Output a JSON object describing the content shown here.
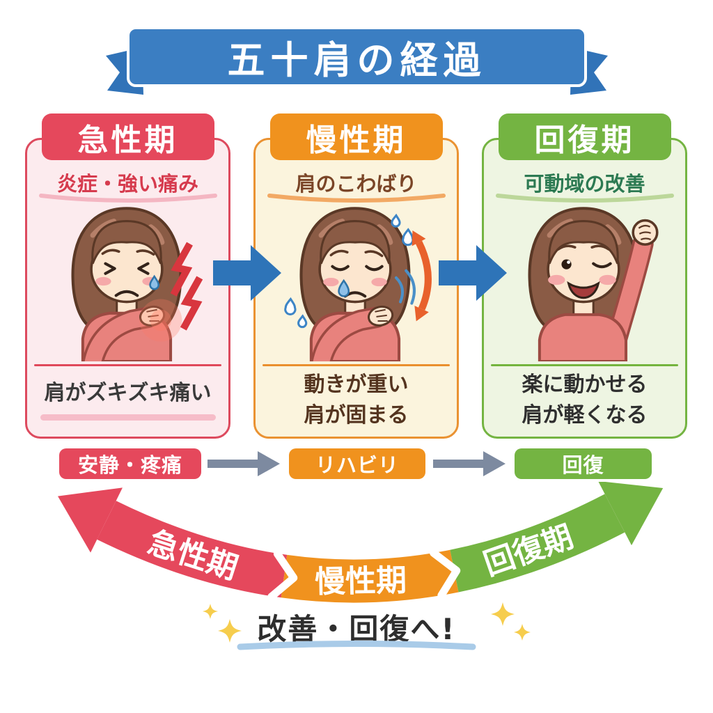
{
  "title": "五十肩の経過",
  "phases": [
    {
      "name": "急性期",
      "subtitle": "炎症・強い痛み",
      "caption1": "肩がズキズキ痛い",
      "caption2": ""
    },
    {
      "name": "慢性期",
      "subtitle": "肩のこわばり",
      "caption1": "動きが重い",
      "caption2": "肩が固まる"
    },
    {
      "name": "回復期",
      "subtitle": "可動域の改善",
      "caption1": "楽に動かせる",
      "caption2": "肩が軽くなる"
    }
  ],
  "flow_steps": [
    "安静・疼痛",
    "リハビリ",
    "回復"
  ],
  "arc_labels": [
    "急性期",
    "慢性期",
    "回復期"
  ],
  "footer_text": "改善・回復へ!",
  "colors": {
    "banner_blue": "#3b7ec2",
    "acute_red": "#e5485c",
    "chronic_orange": "#f0921e",
    "recovery_green": "#74b442",
    "between_card_arrow_blue": "#2e74b8",
    "flow_arrow_gray": "#7d8aa0",
    "sparkle_yellow": "#f6cd4d",
    "footer_underline_blue": "#a9cbe8"
  }
}
